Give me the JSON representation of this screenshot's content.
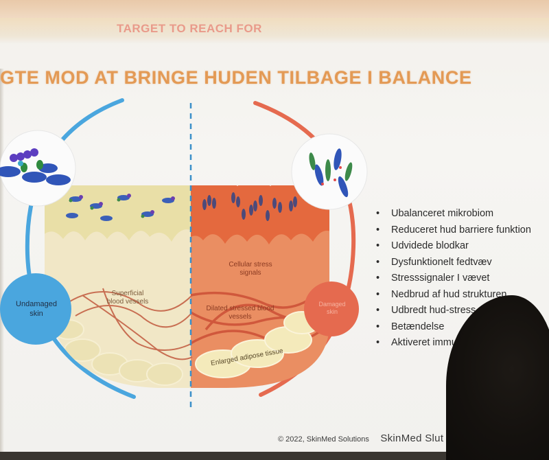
{
  "slide": {
    "subtitle": "TARGET TO REACH FOR",
    "headline": "GTE MOD AT BRINGE HUDEN TILBAGE I BALANCE",
    "bullets": [
      "Ubalanceret mikrobiom",
      "Reduceret hud barriere funktion",
      "Udvidede blodkar",
      "Dysfunktionelt fedtvæv",
      "Stresssignaler I vævet",
      "Nedbrud af hud strukturen",
      "Udbredt hud-stress",
      "Betændelse",
      "Aktiveret immu"
    ],
    "bullet_marker": "•",
    "footer_copyright": "© 2022, SkinMed Solutions",
    "footer_brand": "SkinMed S",
    "footer_brand_partial": "lut"
  },
  "diagram": {
    "left_circle_label": "Undamaged skin",
    "right_circle_label": "Damaged skin",
    "label_superficial": "Superficial blood vessels",
    "label_cellular": "Cellular stress signals",
    "label_dilated": "Dilated stressed blood vessels",
    "label_adipose": "Enlarged adipose tissue",
    "colors": {
      "healthy_blue": "#4aa6de",
      "damaged_red": "#e56a4f",
      "healthy_tissue": "#f1e7c6",
      "damaged_tissue": "#ea8e62",
      "vessel": "#c86e52"
    }
  }
}
